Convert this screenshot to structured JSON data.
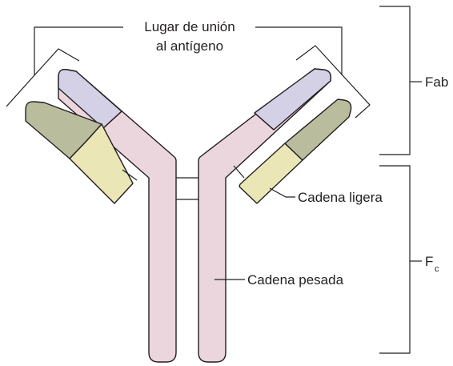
{
  "labels": {
    "binding_site_line1": "Lugar de unión",
    "binding_site_line2": "al antígeno",
    "fab": "Fab",
    "fc_main": "F",
    "fc_sub": "c",
    "light_chain": "Cadena ligera",
    "heavy_chain": "Cadena pesada"
  },
  "colors": {
    "heavy_chain": "#ecd6dd",
    "heavy_variable": "#d4d0e6",
    "light_variable": "#b9bd9d",
    "light_constant": "#ebe6b6",
    "outline": "#231f20"
  }
}
